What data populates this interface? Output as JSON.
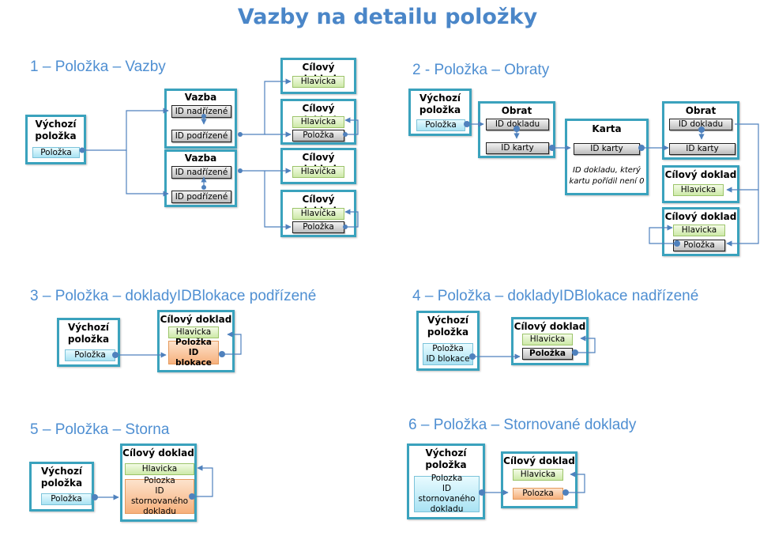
{
  "title": "Vazby na detailu položky",
  "colors": {
    "accent": "#4a86c8",
    "box_border": "#3aa2bd",
    "connector": "#4f81bd"
  },
  "sections": [
    {
      "heading": "1 – Položka – Vazby",
      "source": {
        "title": "Výchozí položka",
        "field": "Položka"
      },
      "links": [
        {
          "title": "Vazba",
          "parent": "ID nadřízené",
          "child": "ID podřízené"
        },
        {
          "title": "Vazba",
          "parent": "ID nadřízené",
          "child": "ID podřízené"
        }
      ],
      "targets": [
        {
          "title": "Cílový doklad",
          "header": "Hlavicka"
        },
        {
          "title": "Cílový doklad",
          "header": "Hlavicka",
          "item": "Položka"
        },
        {
          "title": "Cílový doklad",
          "header": "Hlavička"
        },
        {
          "title": "Cílový doklad",
          "header": "Hlavička",
          "item": "Položka"
        }
      ]
    },
    {
      "heading": "2 - Položka – Obraty",
      "source": {
        "title": "Výchozí položka",
        "field": "Položka"
      },
      "turnover1": {
        "title": "Obrat",
        "doc_id": "ID dokladu",
        "card_id": "ID karty"
      },
      "card": {
        "title": "Karta",
        "card_id": "ID karty",
        "note": "ID dokladu, který kartu pořídil není 0"
      },
      "turnover2": {
        "title": "Obrat",
        "doc_id": "ID dokladu",
        "card_id": "ID karty"
      },
      "targets": [
        {
          "title": "Cílový doklad",
          "header": "Hlavicka"
        },
        {
          "title": "Cílový doklad",
          "header": "Hlavicka",
          "item": "Položka"
        }
      ]
    },
    {
      "heading": "3 – Položka – dokladyIDBlokace podřízené",
      "source": {
        "title": "Výchozí položka",
        "field": "Položka"
      },
      "target": {
        "title": "Cílový doklad",
        "header": "Hlavicka",
        "item_line1": "Položka",
        "item_line2": "ID blokace"
      }
    },
    {
      "heading": "4 – Položka – dokladyIDBlokace nadřízené",
      "source": {
        "title": "Výchozí položka",
        "field_line1": "Položka",
        "field_line2": "ID blokace"
      },
      "target": {
        "title": "Cílový doklad",
        "header": "Hlavicka",
        "item": "Položka"
      }
    },
    {
      "heading": "5 – Položka – Storna",
      "source": {
        "title": "Výchozí položka",
        "field": "Položka"
      },
      "target": {
        "title": "Cílový doklad",
        "header": "Hlavicka",
        "item_line1": "Polozka",
        "item_line2": "ID stornovaného",
        "item_line3": "dokladu"
      }
    },
    {
      "heading": "6 – Položka – Stornované doklady",
      "source": {
        "title": "Výchozí položka",
        "field_line1": "Polozka",
        "field_line2": "ID stornovaného",
        "field_line3": "dokladu"
      },
      "target": {
        "title": "Cílový doklad",
        "header": "Hlavicka",
        "item": "Polozka"
      }
    }
  ]
}
